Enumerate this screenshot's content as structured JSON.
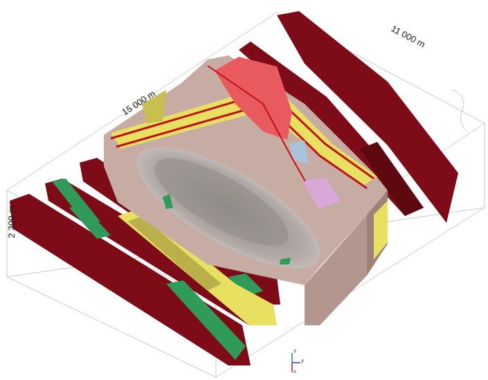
{
  "diagram": {
    "labels": [
      "11 000 m",
      "15 000 m",
      "2 300 m",
      "z",
      "y",
      "x"
    ]
  }
}
